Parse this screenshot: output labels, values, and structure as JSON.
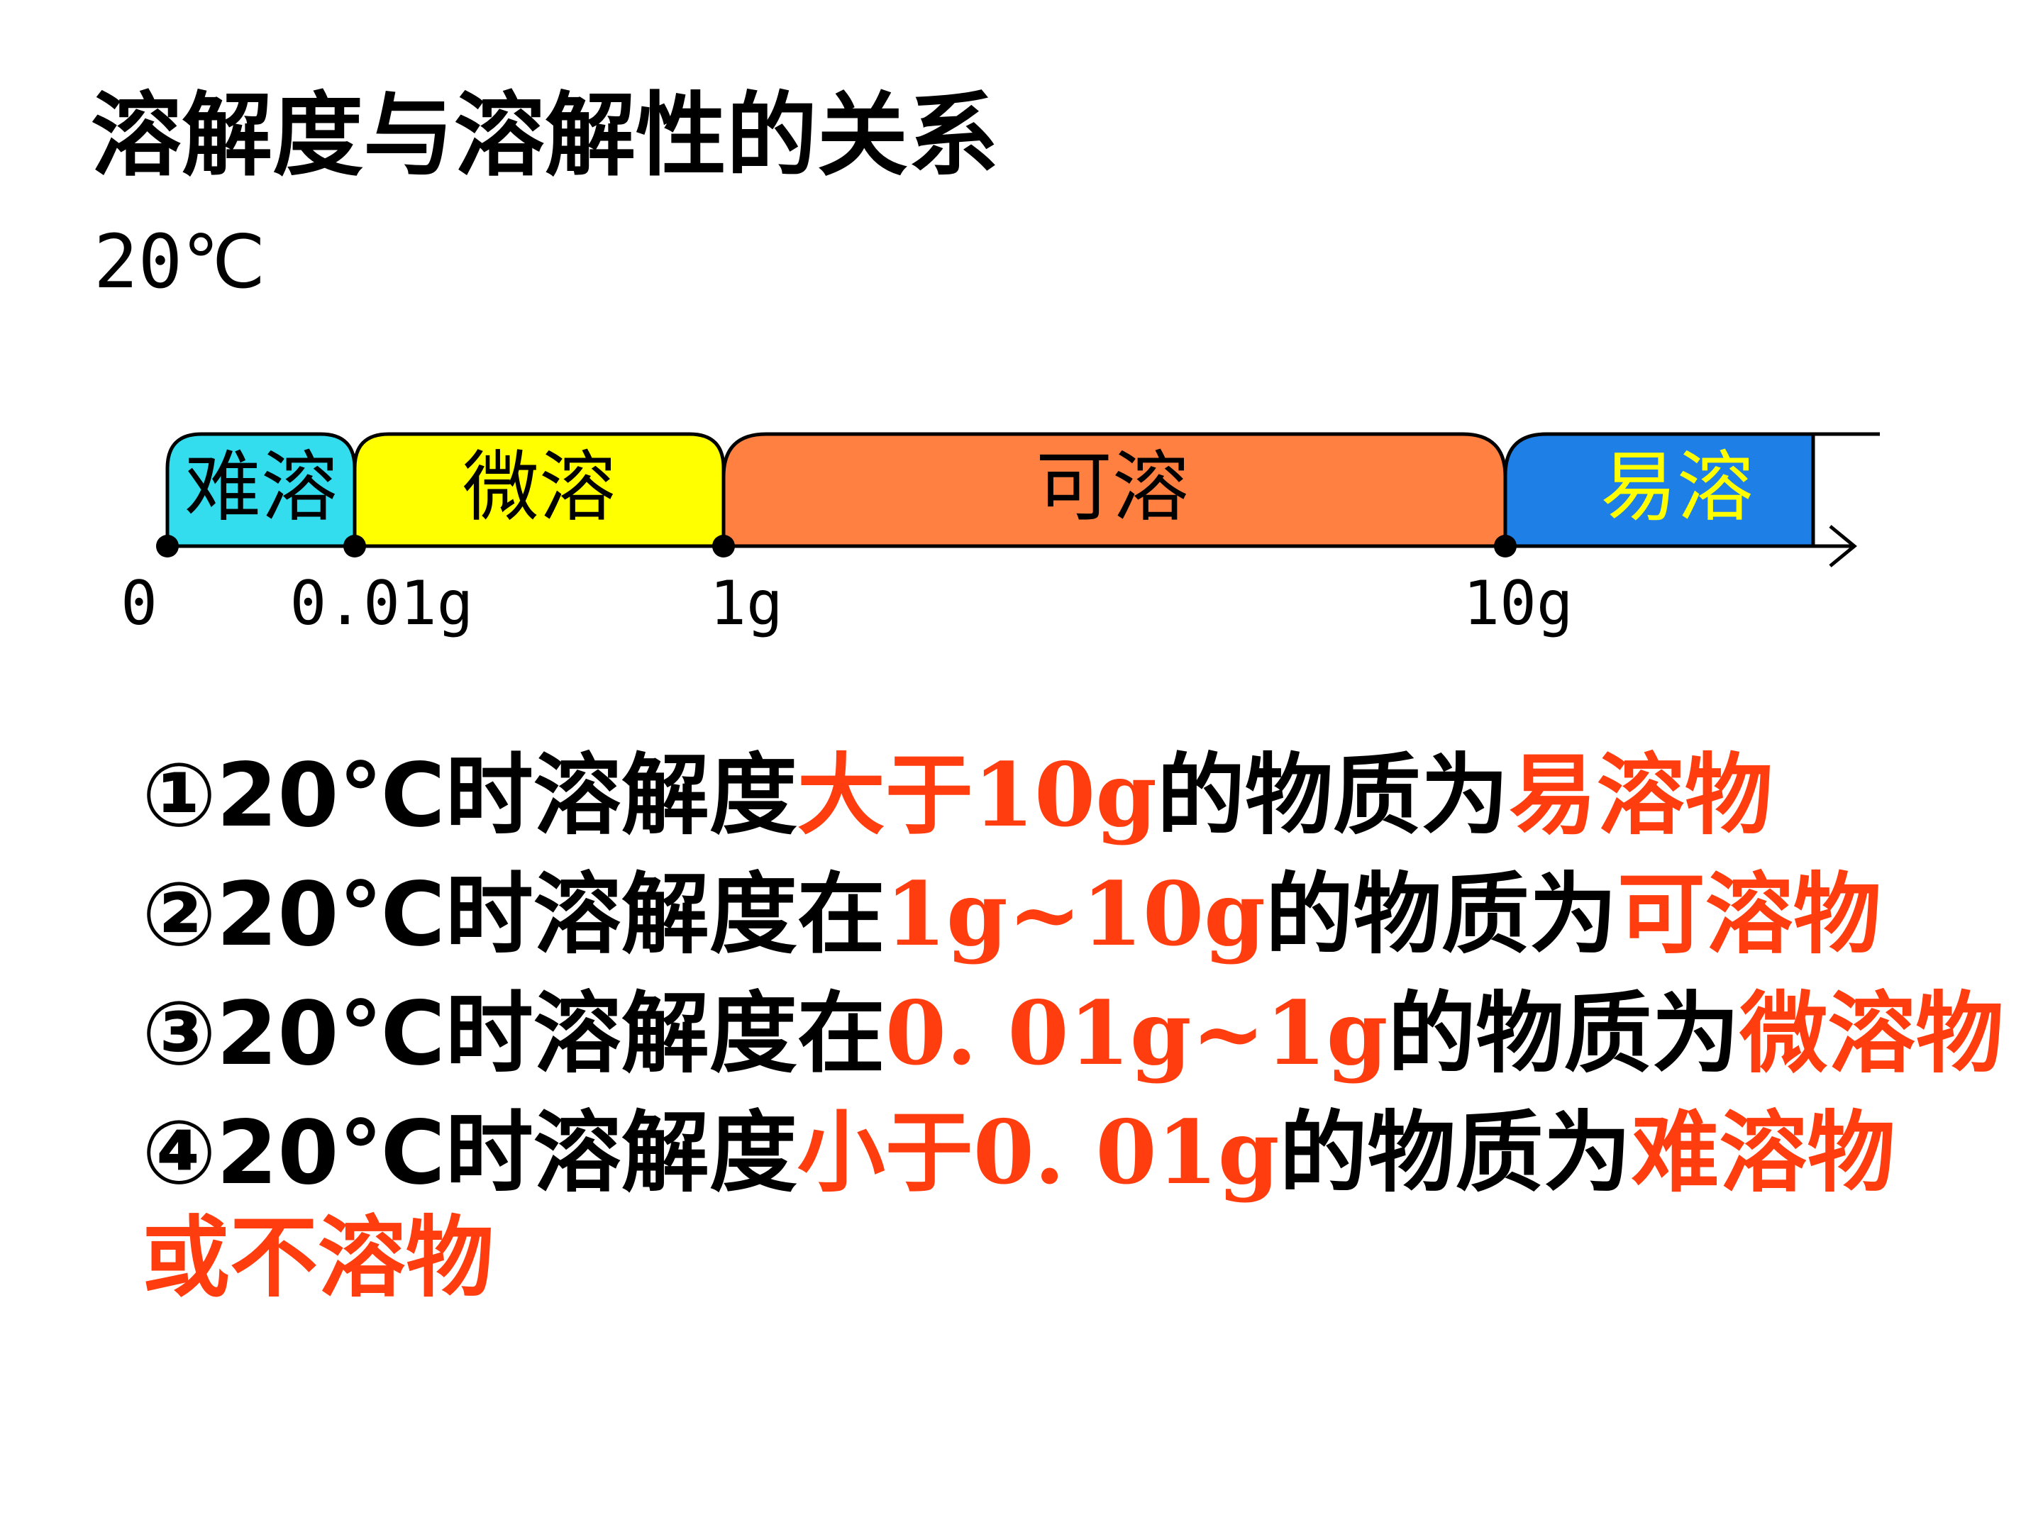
{
  "title": "溶解度与溶解性的关系",
  "temperature": "20℃",
  "scale": {
    "segments": [
      {
        "label": "难溶",
        "fill": "#33ddee",
        "text_color": "#000000"
      },
      {
        "label": "微溶",
        "fill": "#ffff00",
        "text_color": "#000000"
      },
      {
        "label": "可溶",
        "fill": "#ff8040",
        "text_color": "#000000"
      },
      {
        "label": "易溶",
        "fill": "#1e7fe6",
        "text_color": "#ffff00"
      }
    ],
    "ticks": [
      "0",
      "0.01g",
      "1g",
      "10g"
    ]
  },
  "rules": [
    {
      "prefix": "①20℃时溶解度",
      "highlight": "大于10g",
      "middle": "的物质为",
      "result": "易溶物"
    },
    {
      "prefix": "②20℃时溶解度在",
      "highlight": "1g~10g",
      "middle": "的物质为",
      "result": "可溶物"
    },
    {
      "prefix": "③20℃时溶解度在",
      "highlight": "0. 01g~1g",
      "middle": "的物质为",
      "result": "微溶物"
    },
    {
      "prefix": "④20℃时溶解度",
      "highlight": "小于0. 01g",
      "middle": "的物质为",
      "result": "难溶物"
    }
  ],
  "rule4_continuation": "或不溶物",
  "colors": {
    "highlight": "#ff3d0f",
    "text": "#000000"
  }
}
